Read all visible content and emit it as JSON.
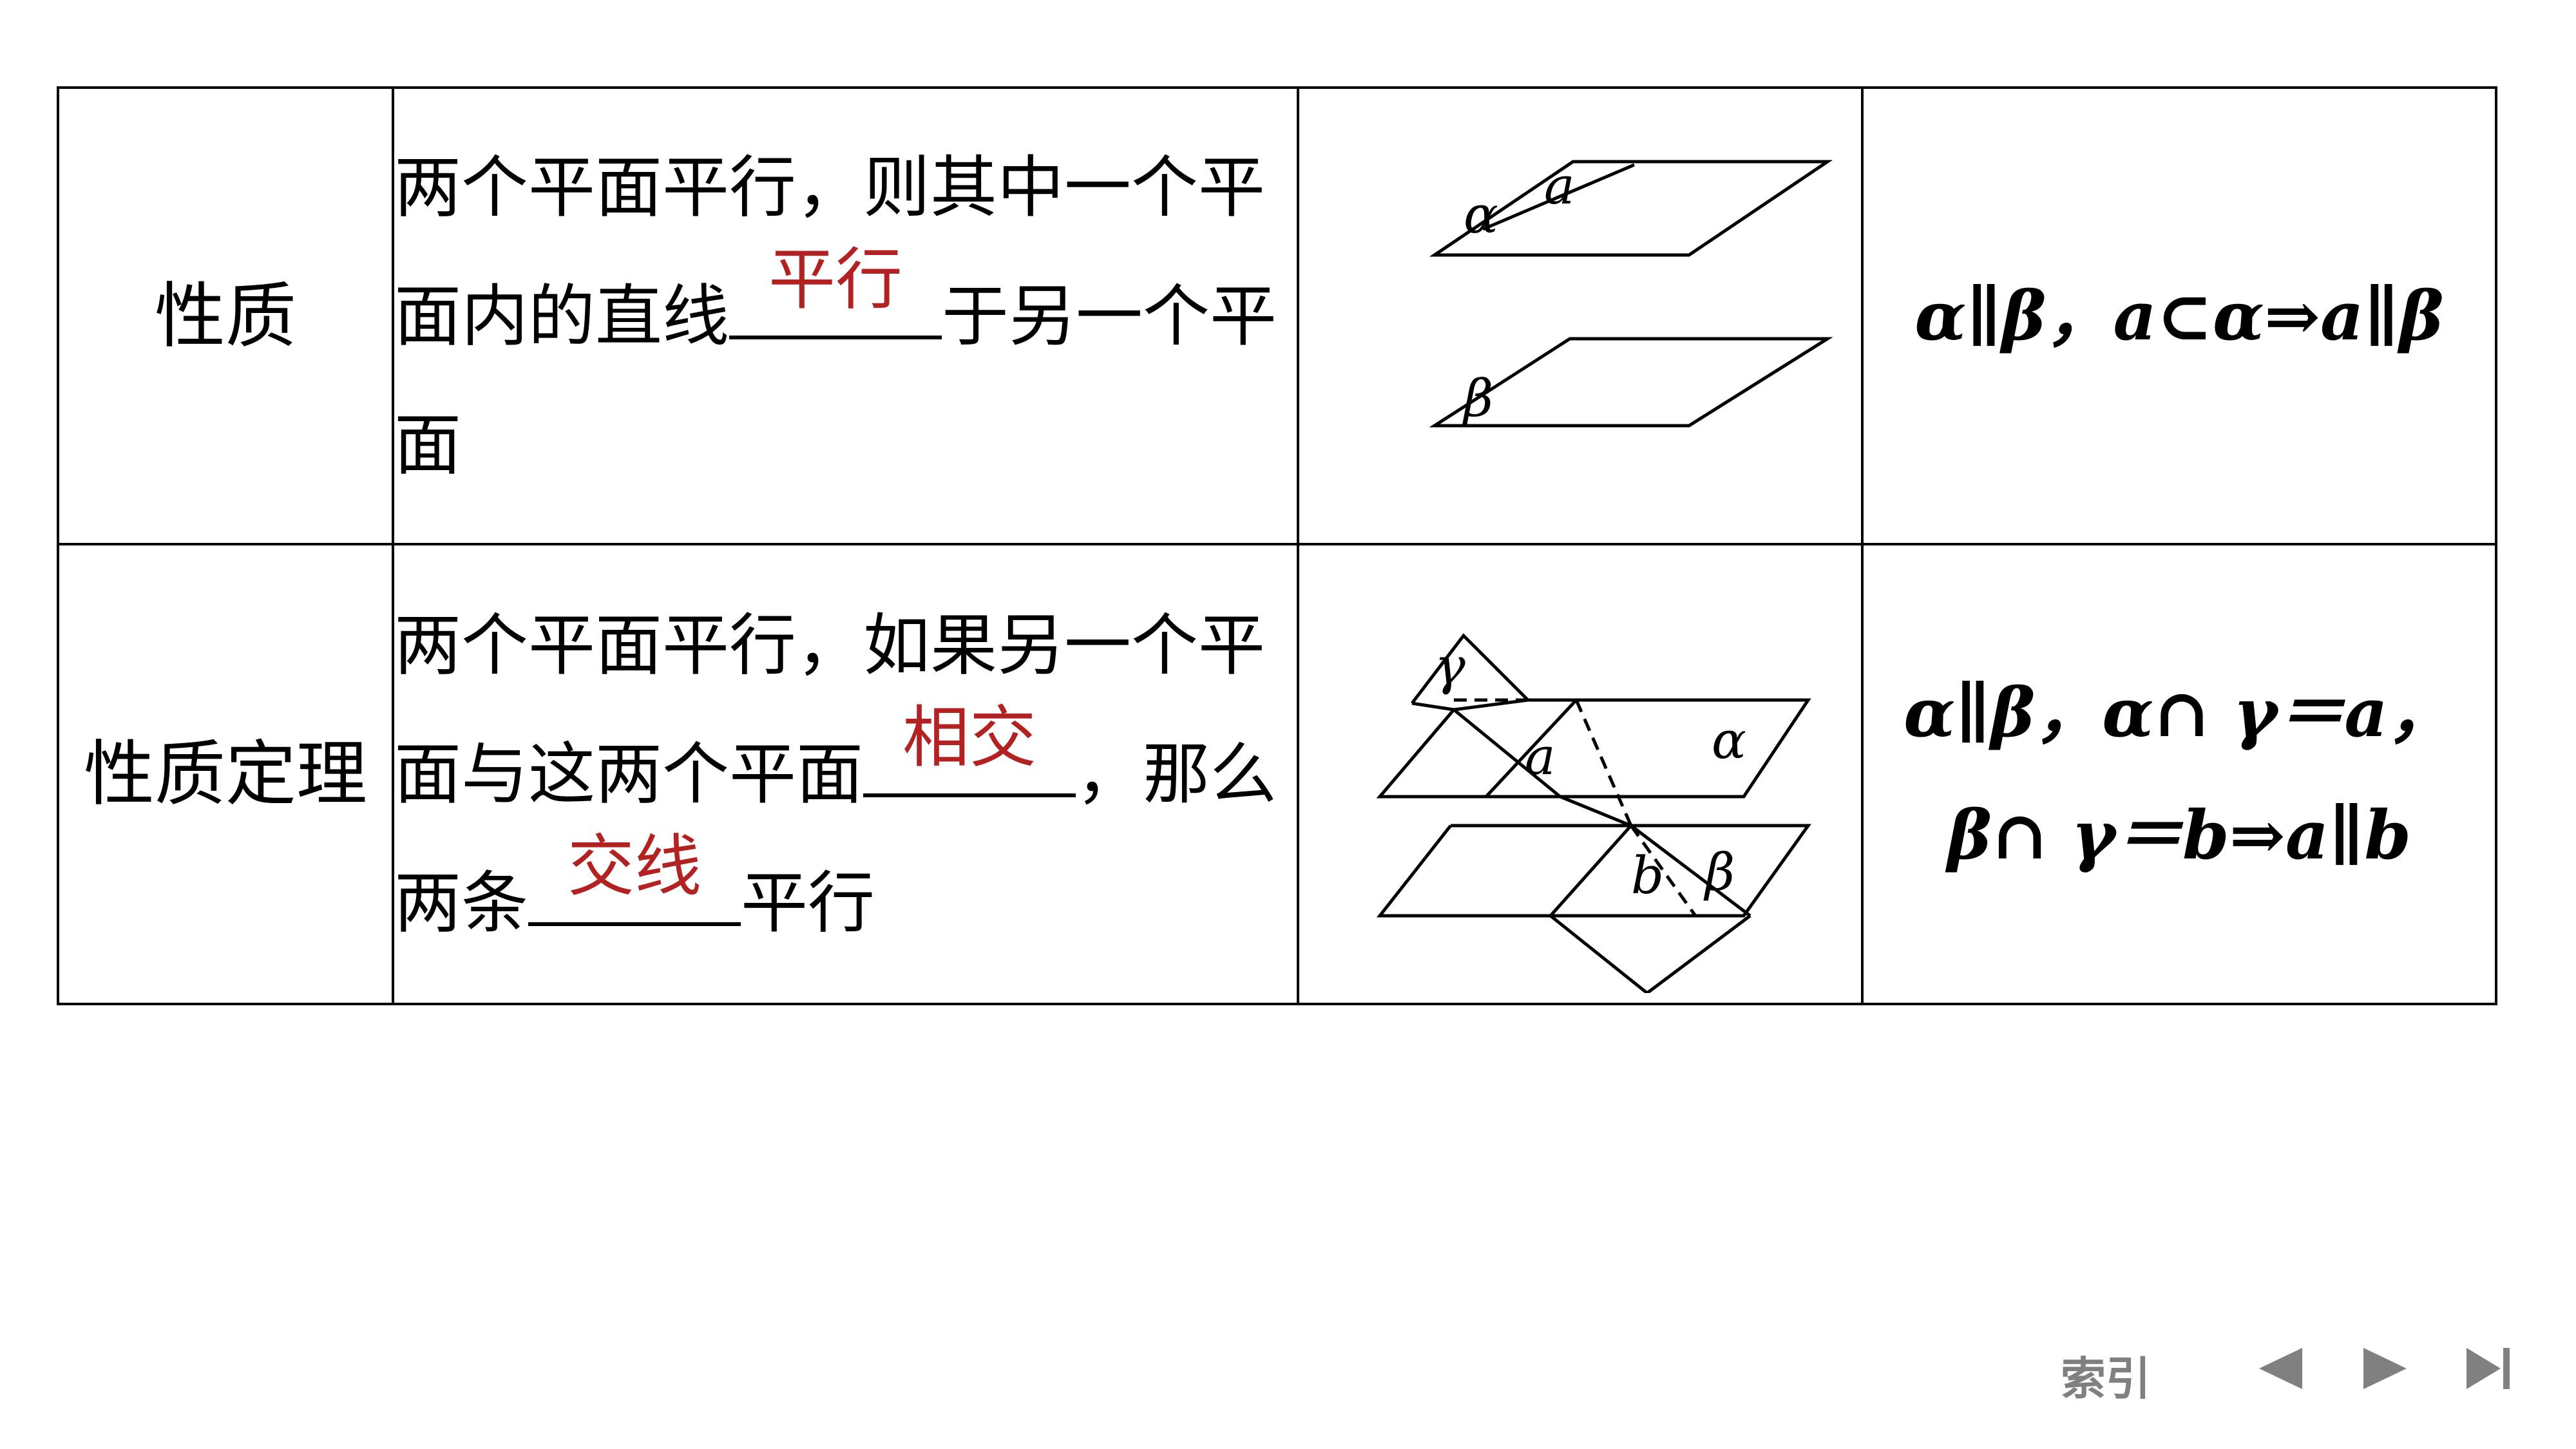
{
  "rows": [
    {
      "label": "性质",
      "text_before": "两个平面平行，则其中一个平面内的直线",
      "blank1": "平行",
      "text_after": "于另一个平面",
      "figure_labels": {
        "alpha": "α",
        "a": "a",
        "beta": "β"
      },
      "formula_line1": "α∥β，a⊂α⇒a∥β"
    },
    {
      "label": "性质定理",
      "text_before": "两个平面平行，如果另一个平面与这两个平面",
      "blank1": "相交",
      "text_middle": "，那么两条",
      "blank2": "交线",
      "text_after": "平行",
      "figure_labels": {
        "gamma": "γ",
        "a": "a",
        "alpha": "α",
        "b": "b",
        "beta": "β"
      },
      "formula_line1": "α∥β，α∩ γ＝a，",
      "formula_line2": "β∩ γ＝b⇒a∥b"
    }
  ],
  "nav": {
    "index_label": "索引",
    "prev_icon": "triangle-left-icon",
    "next_icon": "triangle-right-icon",
    "last_icon": "skip-last-icon",
    "icon_color": "#808080",
    "answer_color": "#b22222"
  }
}
